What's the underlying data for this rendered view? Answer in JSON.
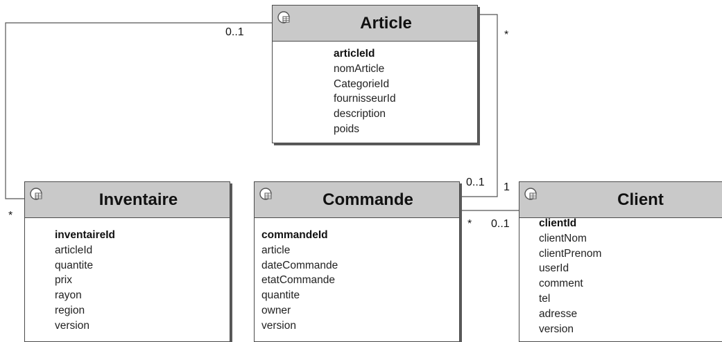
{
  "entities": {
    "article": {
      "name": "Article",
      "attributes": [
        {
          "label": "articleId",
          "key": true
        },
        {
          "label": "nomArticle",
          "key": false
        },
        {
          "label": "CategorieId",
          "key": false
        },
        {
          "label": "fournisseurId",
          "key": false
        },
        {
          "label": "description",
          "key": false
        },
        {
          "label": "poids",
          "key": false
        }
      ]
    },
    "inventaire": {
      "name": "Inventaire",
      "attributes": [
        {
          "label": "inventaireId",
          "key": true
        },
        {
          "label": "articleId",
          "key": false
        },
        {
          "label": "quantite",
          "key": false
        },
        {
          "label": "prix",
          "key": false
        },
        {
          "label": "rayon",
          "key": false
        },
        {
          "label": "region",
          "key": false
        },
        {
          "label": "version",
          "key": false
        }
      ]
    },
    "commande": {
      "name": "Commande",
      "attributes": [
        {
          "label": "commandeId",
          "key": true
        },
        {
          "label": "article",
          "key": false
        },
        {
          "label": "dateCommande",
          "key": false
        },
        {
          "label": "etatCommande",
          "key": false
        },
        {
          "label": "quantite",
          "key": false
        },
        {
          "label": "owner",
          "key": false
        },
        {
          "label": "version",
          "key": false
        }
      ]
    },
    "client": {
      "name": "Client",
      "attributes": [
        {
          "label": "clientId",
          "key": true
        },
        {
          "label": "clientNom",
          "key": false
        },
        {
          "label": "clientPrenom",
          "key": false
        },
        {
          "label": "userId",
          "key": false
        },
        {
          "label": "comment",
          "key": false
        },
        {
          "label": "tel",
          "key": false
        },
        {
          "label": "adresse",
          "key": false
        },
        {
          "label": "version",
          "key": false
        }
      ]
    }
  },
  "multiplicities": {
    "article_inventaire_article_end": "0..1",
    "article_inventaire_inventaire_end": "*",
    "article_commande_article_end": "*",
    "article_commande_commande_end": "0..1",
    "commande_client_client_end": "1",
    "commande_client_commande_end": "*",
    "commande_client_client_end_lower": "0..1"
  },
  "colors": {
    "header_fill": "#c9c9c9",
    "border": "#4a4a4a",
    "shadow": "#5a5a5a",
    "connector": "#555555"
  },
  "icons": {
    "entity": "entity-table-icon"
  }
}
